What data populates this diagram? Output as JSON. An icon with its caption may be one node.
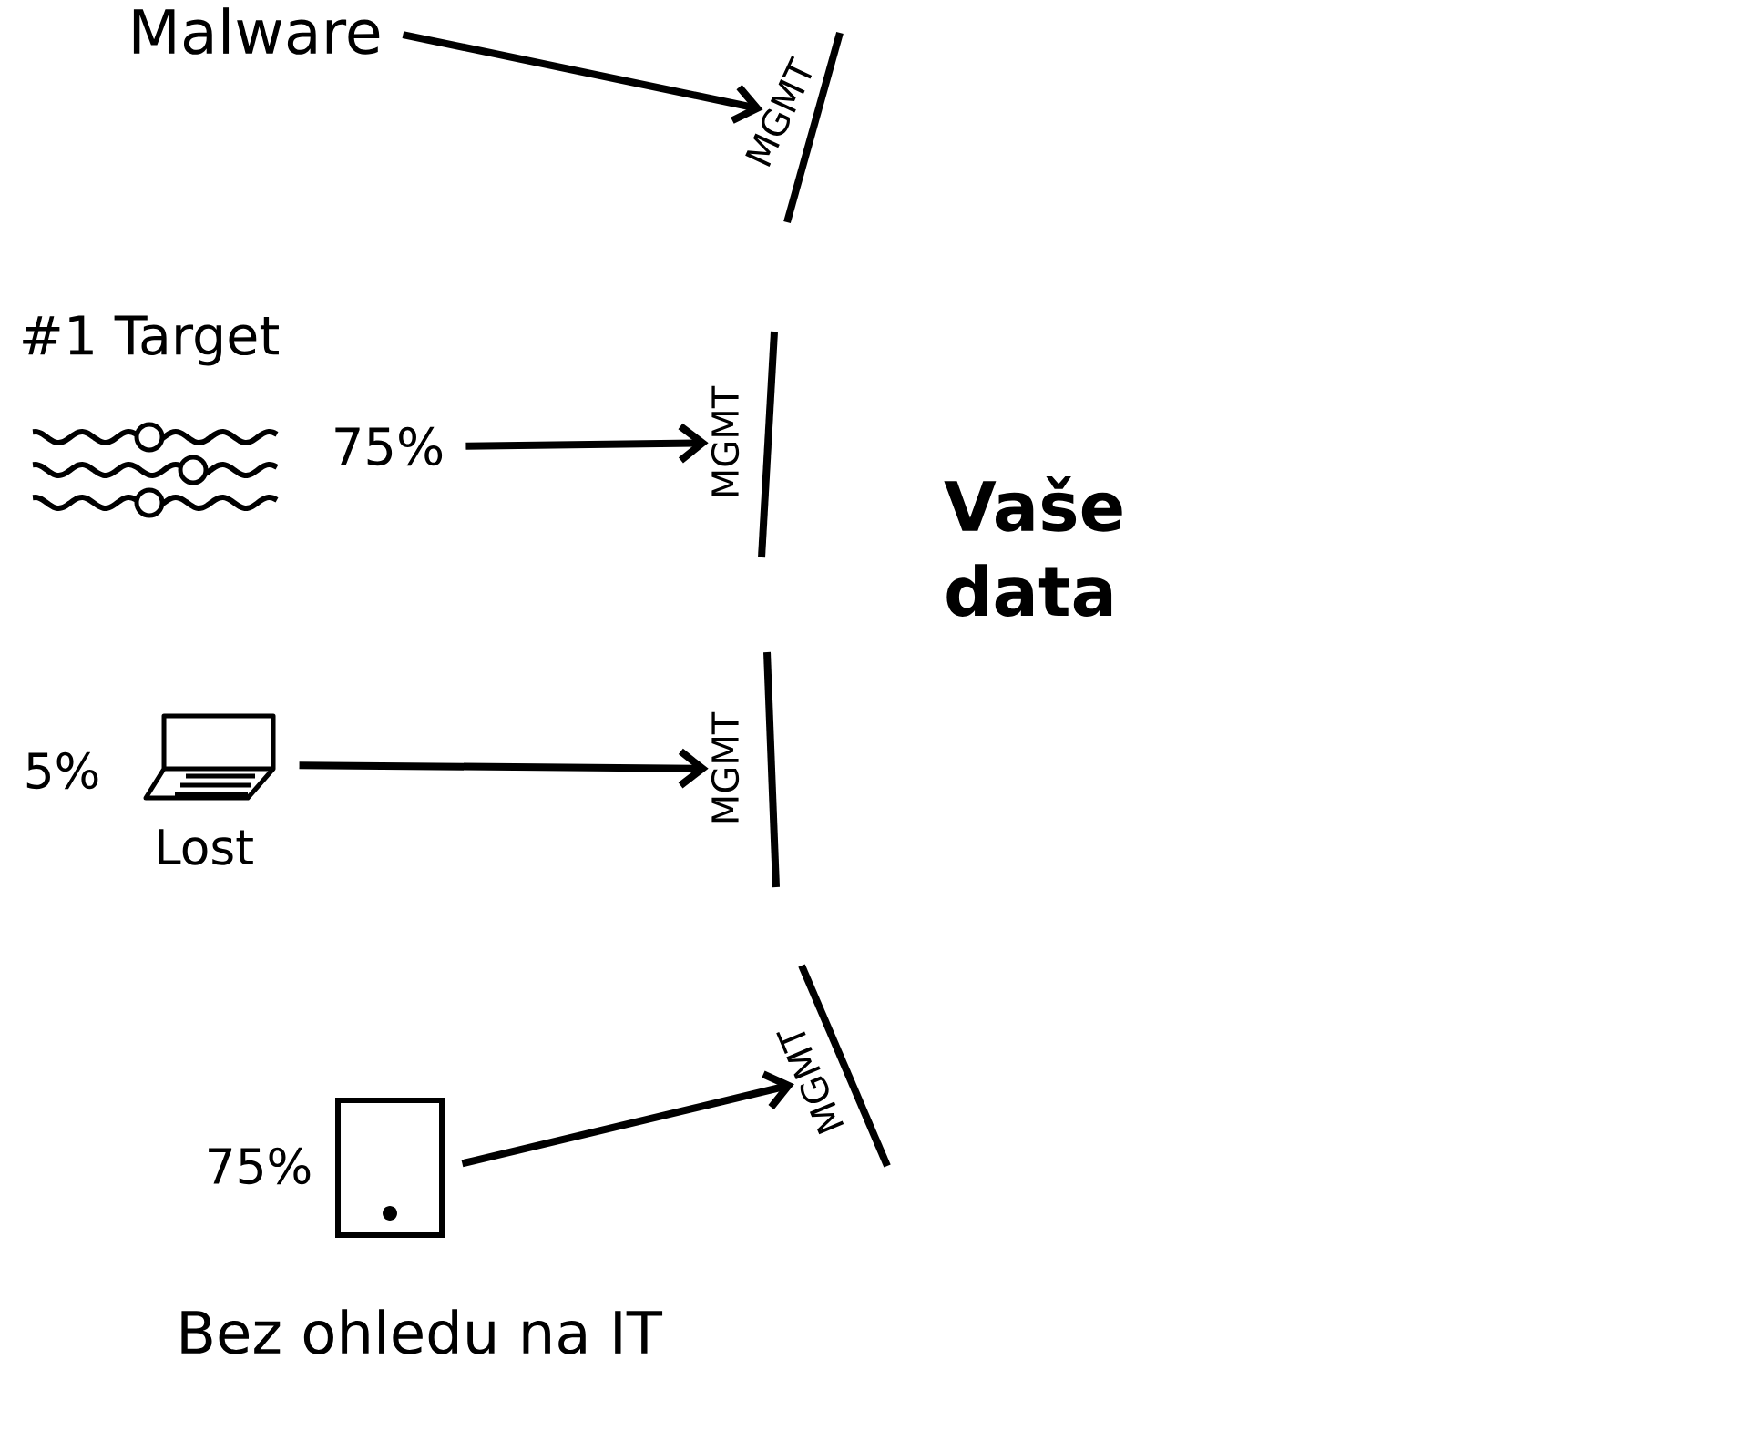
{
  "diagram": {
    "nodes": [
      {
        "text": [
          "Malware"
        ]
      },
      {
        "text": [
          "MGMT"
        ]
      },
      {
        "text": [
          "75%"
        ]
      },
      {
        "text": [
          "MGMT"
        ]
      },
      {
        "text": [],
        "shape": "laptop",
        "beside": [
          "5%",
          "Lost"
        ]
      },
      {
        "text": [
          "MGMT"
        ]
      },
      {
        "text": [],
        "shape": "tablet",
        "beside": [
          "75%"
        ]
      },
      {
        "text": [
          "MGMT"
        ]
      }
    ],
    "edges": [
      {
        "from": 0,
        "to": 1,
        "arrow": "to"
      },
      {
        "from": 2,
        "to": 3,
        "arrow": "to"
      },
      {
        "from": 4,
        "to": 5,
        "arrow": "to"
      },
      {
        "from": 6,
        "to": 7,
        "arrow": "to"
      }
    ],
    "labels": [
      "#1 Target",
      "Vaše data",
      "Bez ohledu na IT"
    ]
  }
}
